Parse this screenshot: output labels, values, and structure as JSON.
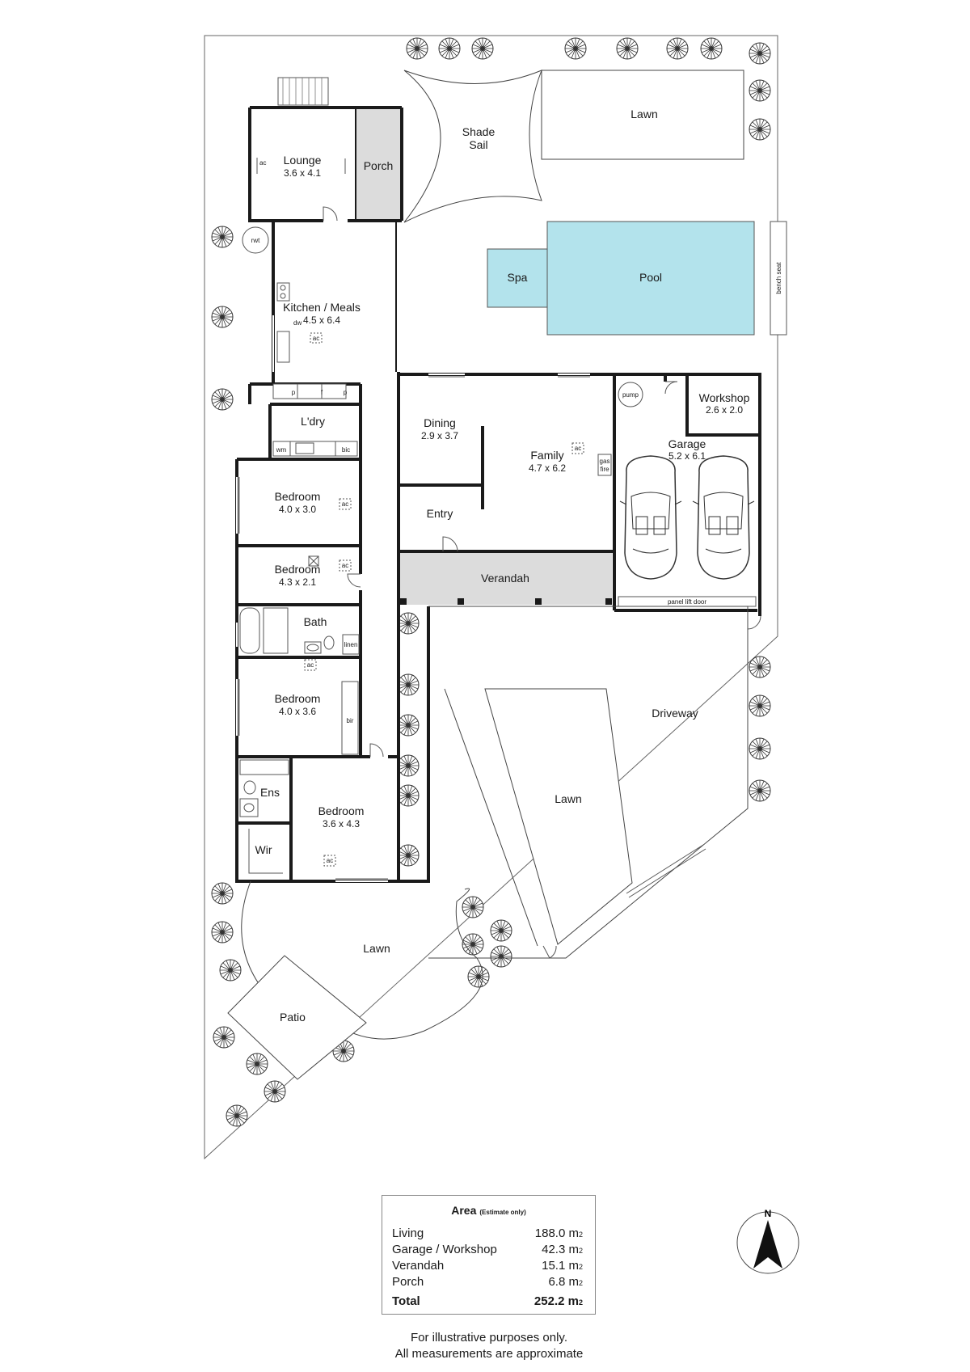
{
  "rooms": {
    "lounge": {
      "name": "Lounge",
      "size": "3.6 x 4.1"
    },
    "porch": {
      "name": "Porch"
    },
    "kitchen": {
      "name": "Kitchen / Meals",
      "size": "4.5 x 6.4"
    },
    "laundry": {
      "name": "L'dry"
    },
    "bedroom1": {
      "name": "Bedroom",
      "size": "4.0 x 3.0"
    },
    "bedroom2": {
      "name": "Bedroom",
      "size": "4.3 x 2.1"
    },
    "bath": {
      "name": "Bath"
    },
    "bedroom3": {
      "name": "Bedroom",
      "size": "4.0 x 3.6"
    },
    "ensuite": {
      "name": "Ens"
    },
    "wir": {
      "name": "Wir"
    },
    "bedroom4": {
      "name": "Bedroom",
      "size": "3.6 x 4.3"
    },
    "dining": {
      "name": "Dining",
      "size": "2.9 x 3.7"
    },
    "family": {
      "name": "Family",
      "size": "4.7 x 6.2"
    },
    "entry": {
      "name": "Entry"
    },
    "verandah": {
      "name": "Verandah"
    },
    "workshop": {
      "name": "Workshop",
      "size": "2.6 x 2.0"
    },
    "garage": {
      "name": "Garage",
      "size": "5.2 x 6.1"
    }
  },
  "outdoor": {
    "shade_sail_line1": "Shade",
    "shade_sail_line2": "Sail",
    "lawn_top": "Lawn",
    "spa": "Spa",
    "pool": "Pool",
    "bench_seat": "bench seat",
    "driveway": "Driveway",
    "lawn_middle": "Lawn",
    "lawn_bottom": "Lawn",
    "patio": "Patio"
  },
  "fixtures": {
    "ac": "ac",
    "rwt": "rwt",
    "dw": "dw",
    "pantry_p": "p",
    "pantry_f": "f",
    "wm": "wm",
    "bic": "bic",
    "linen": "linen",
    "bir": "bir",
    "gas_fire_1": "gas",
    "gas_fire_2": "fire",
    "pump": "pump",
    "panel_lift_door": "panel lift door"
  },
  "area": {
    "title": "Area",
    "subtitle": "(Estimate only)",
    "unit": "m",
    "unit_sub": "2",
    "rows": [
      {
        "label": "Living",
        "value": "188.0"
      },
      {
        "label": "Garage / Workshop",
        "value": "42.3"
      },
      {
        "label": "Verandah",
        "value": "15.1"
      },
      {
        "label": "Porch",
        "value": "6.8"
      }
    ],
    "total_label": "Total",
    "total_value": "252.2"
  },
  "disclaimer_line1": "For illustrative purposes only.",
  "disclaimer_line2": "All measurements are approximate",
  "compass_label": "N",
  "colors": {
    "pool": "#b3e3ec",
    "shaded": "#dcdcdc",
    "wall": "#1a1a1a"
  }
}
